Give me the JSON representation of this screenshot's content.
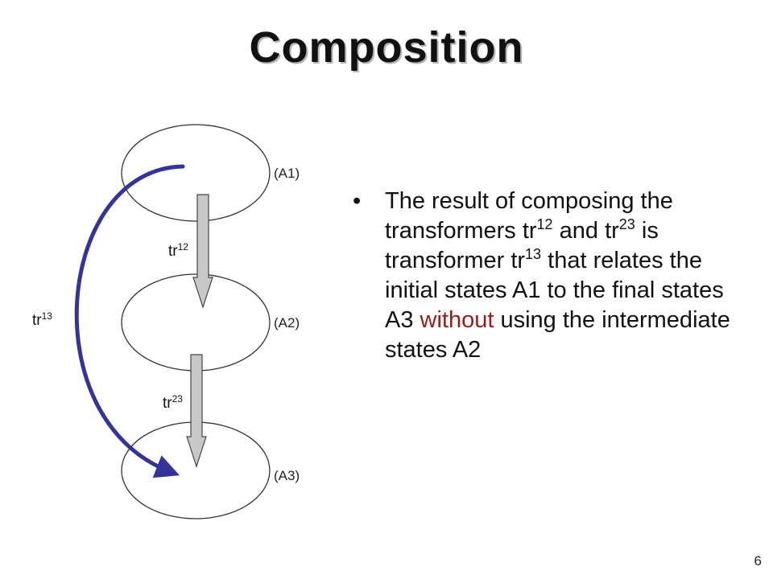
{
  "slide": {
    "title": "Composition",
    "page_number": "6"
  },
  "diagram": {
    "states": [
      {
        "label": "(A1)"
      },
      {
        "label": "(A2)"
      },
      {
        "label": "(A3)"
      }
    ],
    "transformers": [
      {
        "base": "tr",
        "sup": "12"
      },
      {
        "base": "tr",
        "sup": "23"
      },
      {
        "base": "tr",
        "sup": "13"
      }
    ],
    "colors": {
      "arrow_fill": "#c8c8c8",
      "curve": "#333399",
      "highlight": "#9b1b1b"
    }
  },
  "bullet": {
    "marker": "•",
    "t1": "The result of composing the transformers ",
    "s1": "tr",
    "s1_sup": "12",
    "t2": " and ",
    "s2": "tr",
    "s2_sup": "23",
    "t3": " is transformer ",
    "s3": "tr",
    "s3_sup": "13",
    "t4": " that relates the initial states A1 to the final states A3 ",
    "highlight": "without",
    "t5": " using the intermediate states A2"
  }
}
